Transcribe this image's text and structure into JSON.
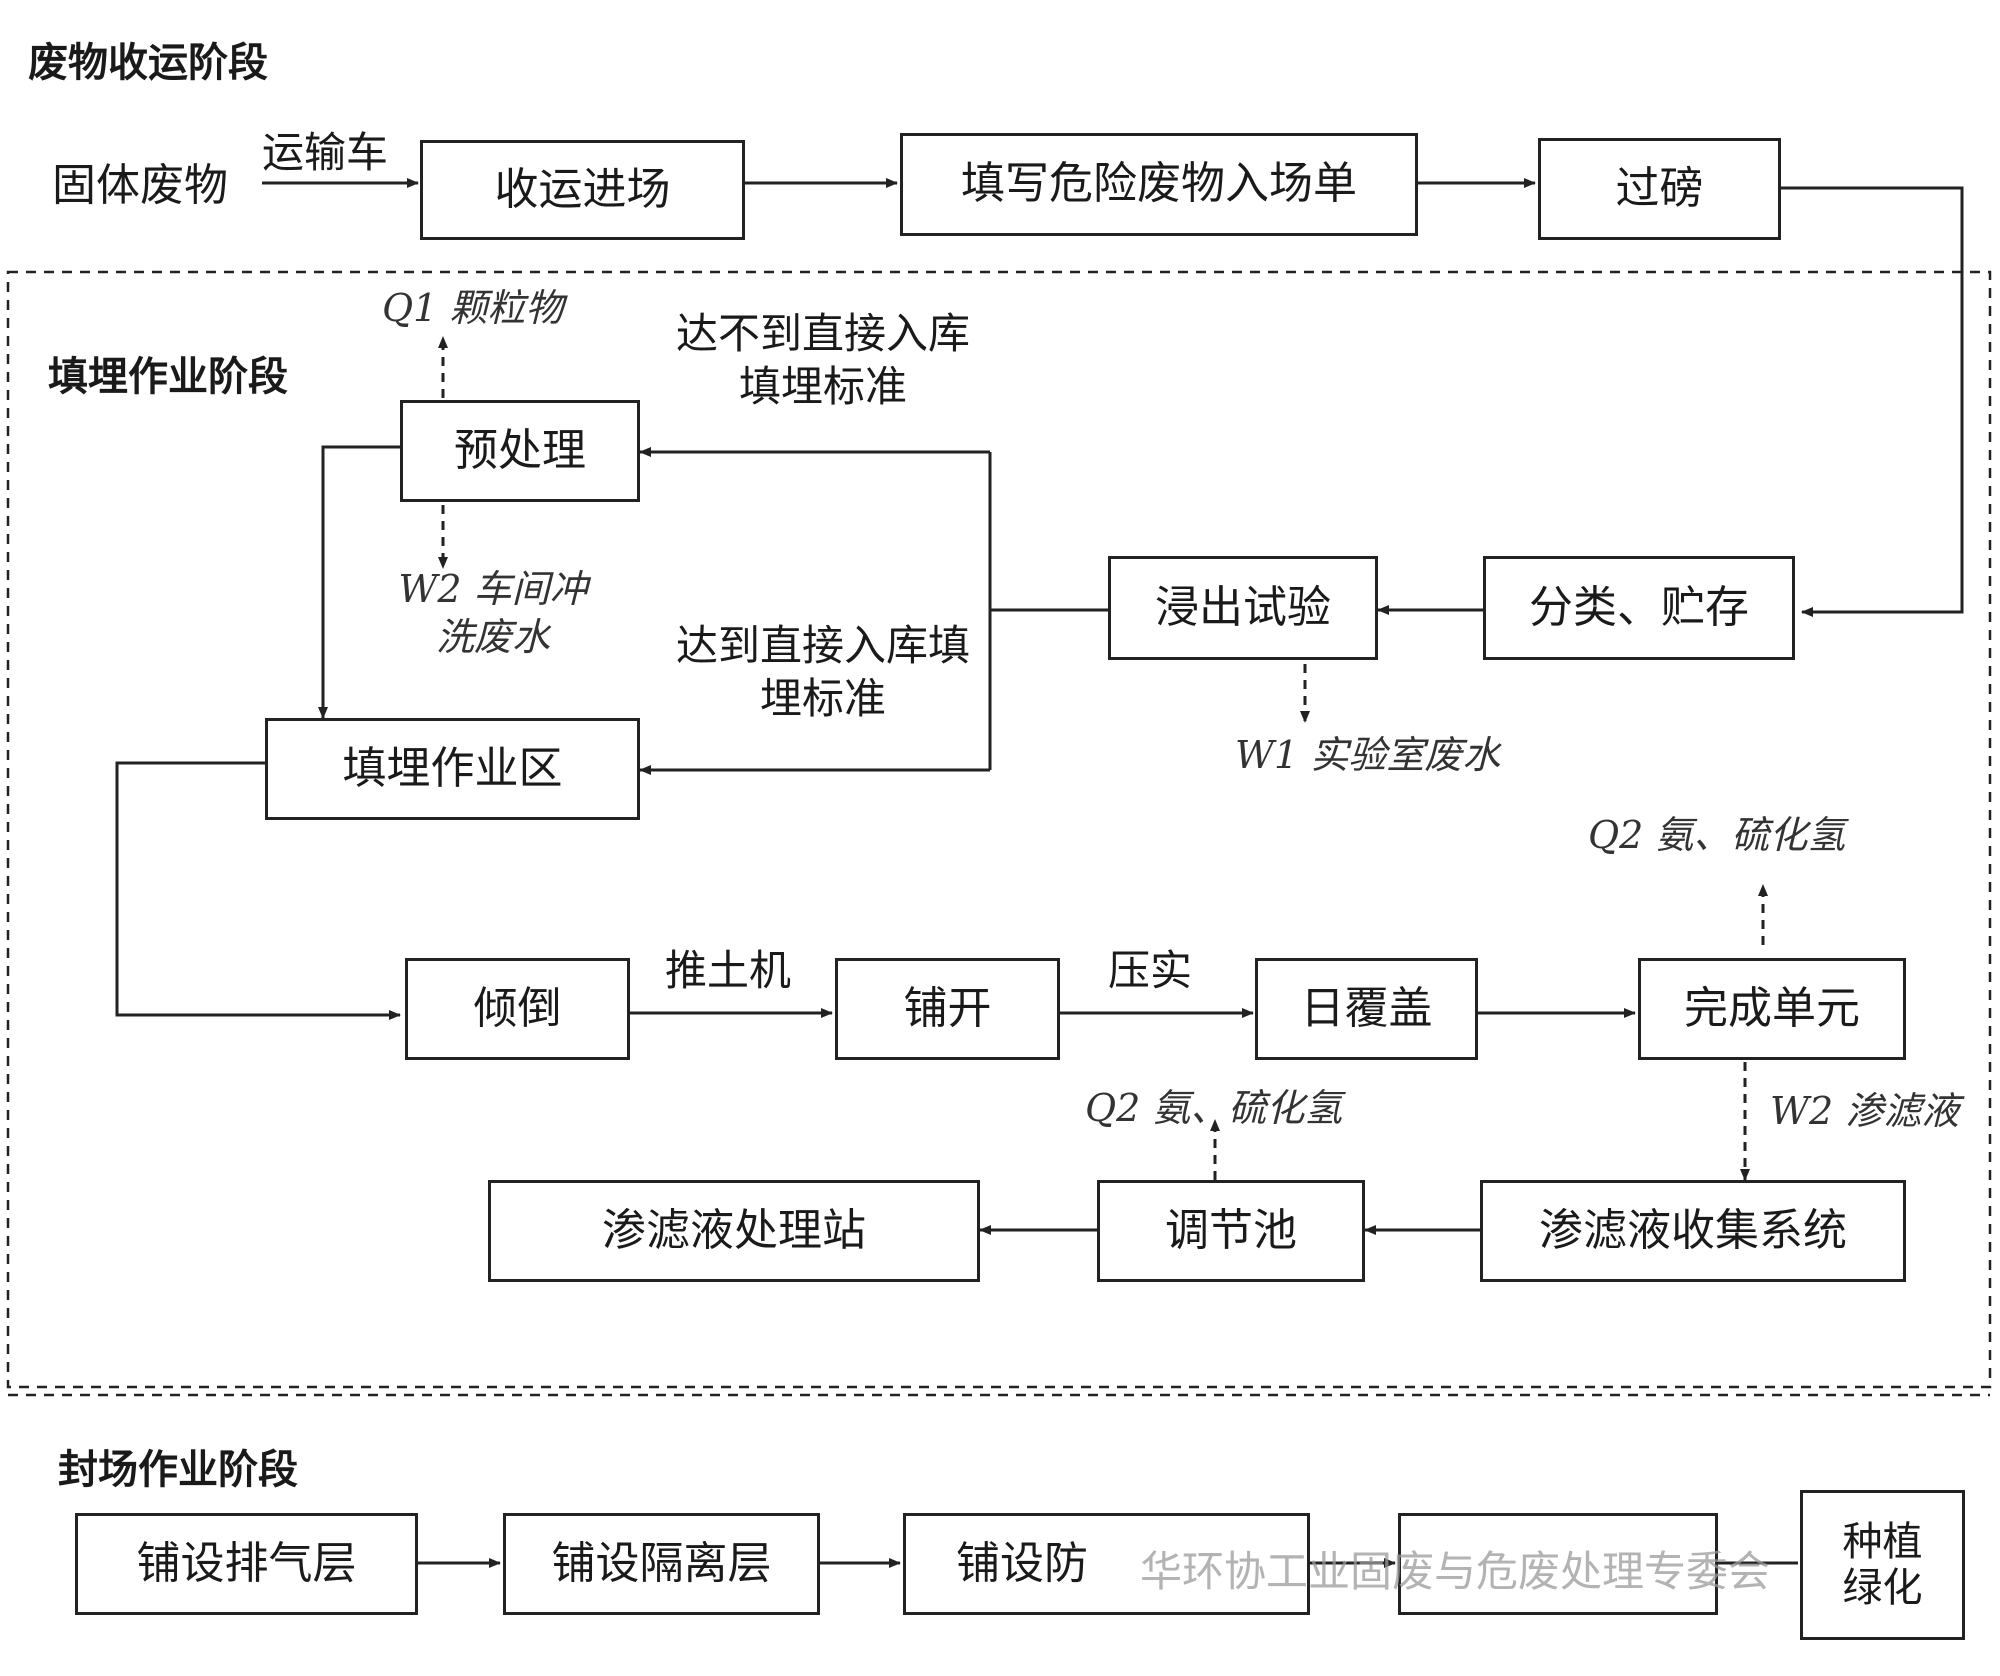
{
  "stages": {
    "collect": "废物收运阶段",
    "landfill": "填埋作业阶段",
    "close": "封场作业阶段"
  },
  "nodes": {
    "solid_waste": "固体废物",
    "collect_in": "收运进场",
    "fill_form": "填写危险废物入场单",
    "weigh": "过磅",
    "classify": "分类、贮存",
    "leach_test": "浸出试验",
    "pretreat": "预处理",
    "landfill_area": "填埋作业区",
    "dump": "倾倒",
    "spread": "铺开",
    "daily_cover": "日覆盖",
    "complete_unit": "完成单元",
    "leachate_collect": "渗滤液收集系统",
    "regulating_pool": "调节池",
    "leachate_station": "渗滤液处理站",
    "vent_layer": "铺设排气层",
    "isolation_layer": "铺设隔离层",
    "seep_layer": "铺设防",
    "planting": "种植绿化"
  },
  "edge_labels": {
    "truck": "运输车",
    "bulldozer": "推土机",
    "compact": "压实",
    "not_meet_std": "达不到直接入库填埋标准",
    "meet_std": "达到直接入库填埋标准"
  },
  "emissions": {
    "q1": "Q1 颗粒物",
    "w2_wash": "W2 车间冲洗废水",
    "w1_lab": "W1 实验室废水",
    "q2_top": "Q2 氨、硫化氢",
    "w2_leachate": "W2 渗滤液",
    "q2_pool": "Q2 氨、硫化氢"
  },
  "watermark": "华环协工业固废与危废处理专委会"
}
